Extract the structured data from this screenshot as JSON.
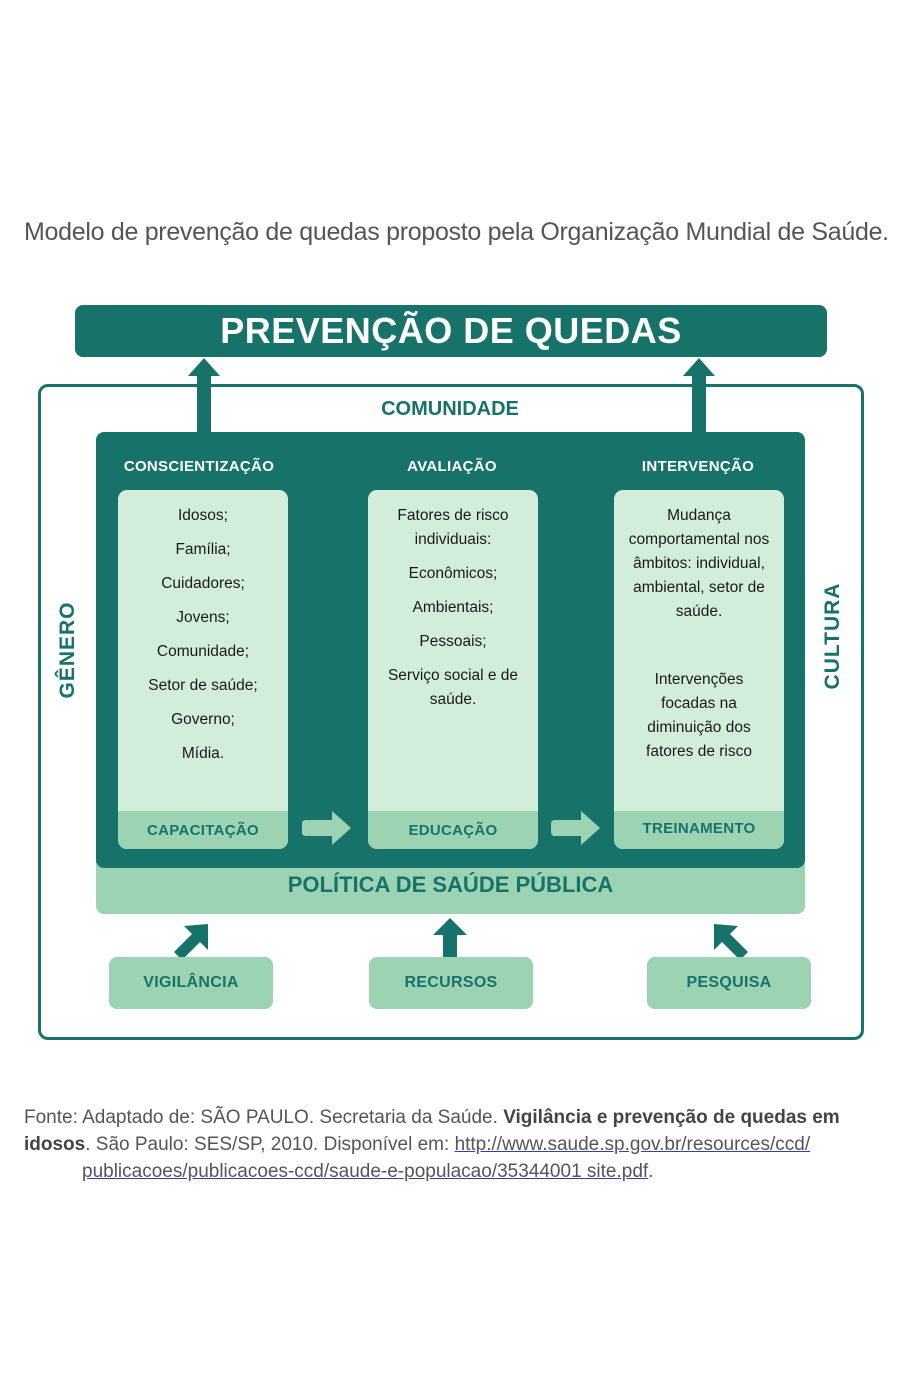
{
  "caption": "Modelo de prevenção de quedas proposto pela Organização Mundial de Saúde.",
  "diagram": {
    "title": "PREVENÇÃO DE QUEDAS",
    "community_label": "COMUNIDADE",
    "left_side_label": "GÊNERO",
    "right_side_label": "CULTURA",
    "columns": [
      {
        "title": "CONSCIENTIZAÇÃO",
        "items": [
          "Idosos;",
          "Família;",
          "Cuidadores;",
          "Jovens;",
          "Comunidade;",
          "Setor de saúde;",
          "Governo;",
          "Mídia."
        ],
        "footer": "CAPACITAÇÃO"
      },
      {
        "title": "AVALIAÇÃO",
        "items": [
          "Fatores de risco individuais:",
          "Econômicos;",
          "Ambientais;",
          "Pessoais;",
          "Serviço social e de saúde."
        ],
        "footer": "EDUCAÇÃO"
      },
      {
        "title": "INTERVENÇÃO",
        "items": [
          "Mudança comportamental nos âmbitos: individual, ambiental, setor de saúde.",
          "Intervenções focadas na diminuição dos fatores de risco"
        ],
        "footer": "TREINAMENTO"
      }
    ],
    "policy_label": "POLÍTICA DE SAÚDE PÚBLICA",
    "bottom_boxes": [
      "VIGILÂNCIA",
      "RECURSOS",
      "PESQUISA"
    ],
    "colors": {
      "dark_teal": "#17736a",
      "light_green": "#9cd3b2",
      "pale_green": "#d3eddb"
    }
  },
  "source": {
    "prefix": "Fonte:",
    "text_before": "Adaptado de: SÃO PAULO. Secretaria da Saúde.",
    "bold_title": "Vigilância e prevenção de quedas em idosos",
    "text_after": ". São Paulo: SES/SP, 2010. Disponível em:",
    "link_part1": "http://www.saude.sp.gov.br/resources/ccd/",
    "link_part2": "publicacoes/publicacoes-ccd/saude-e-populacao/35344001 site.pdf",
    "end": "."
  }
}
